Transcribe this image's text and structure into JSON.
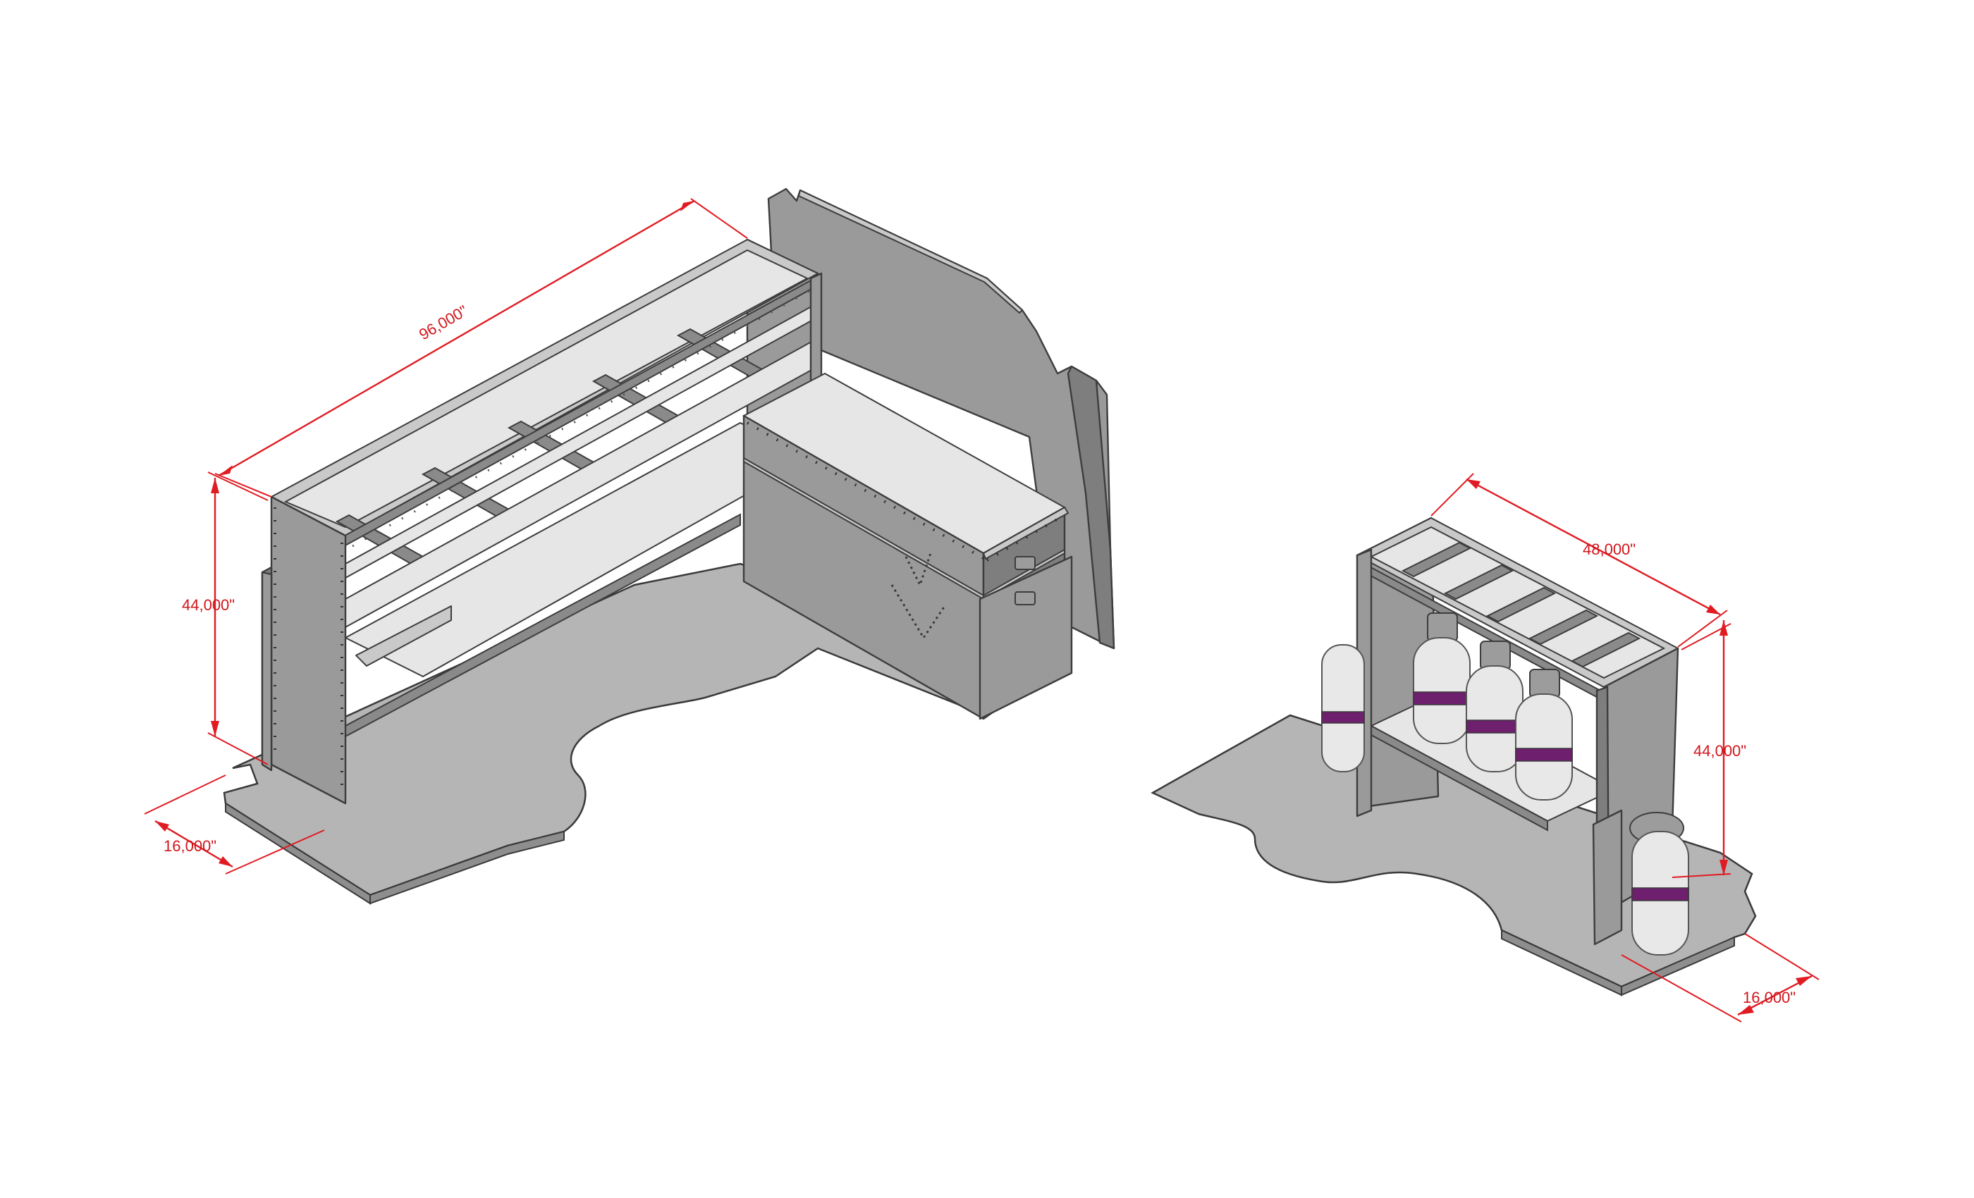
{
  "drawing": {
    "left_unit": {
      "length_label": "96,000\"",
      "height_label": "44,000\"",
      "depth_label": "16,000\""
    },
    "right_unit": {
      "width_label": "48,000\"",
      "height_label": "44,000\"",
      "depth_label": "16,000\""
    }
  },
  "colors": {
    "dimension": "#e01b22",
    "steel": "#9a9a9a",
    "floor": "#b5b5b5",
    "tank_band": "#6e1f6e"
  }
}
